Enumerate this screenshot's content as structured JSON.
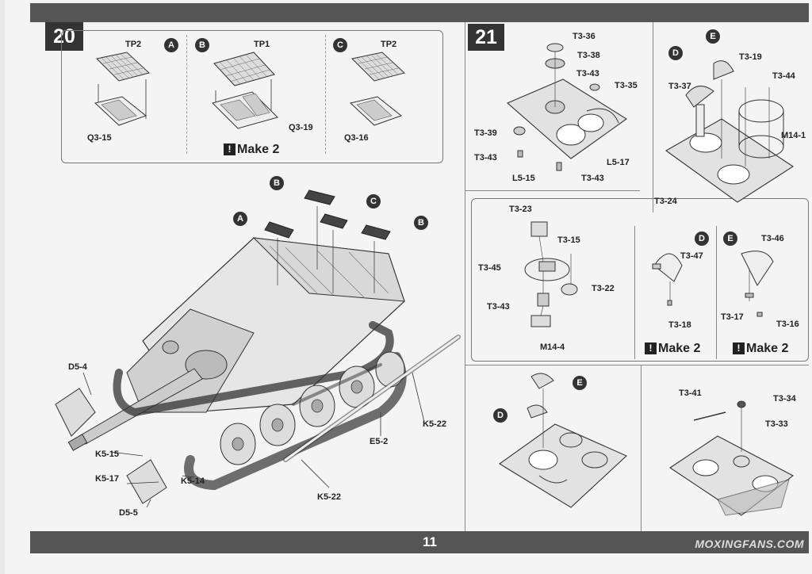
{
  "page_number": "11",
  "watermark": "MOXINGFANS.COM",
  "step20": {
    "number": "20",
    "make_text": "Make 2",
    "sub_a": {
      "letter": "A",
      "tp": "TP2",
      "part": "Q3-15"
    },
    "sub_b": {
      "letter": "B",
      "tp": "TP1",
      "part": "Q3-19"
    },
    "sub_c": {
      "letter": "C",
      "tp": "TP2",
      "part": "Q3-16"
    },
    "main": {
      "callouts": [
        "B",
        "C",
        "A",
        "B"
      ],
      "labels": {
        "d5_4": "D5-4",
        "k5_15": "K5-15",
        "k5_17": "K5-17",
        "d5_5": "D5-5",
        "k5_14": "K5-14",
        "k5_22a": "K5-22",
        "e5_2": "E5-2",
        "k5_22b": "K5-22"
      }
    }
  },
  "step21": {
    "number": "21",
    "top": {
      "labels": {
        "t3_36": "T3-36",
        "t3_38": "T3-38",
        "t3_43a": "T3-43",
        "t3_35": "T3-35",
        "t3_39": "T3-39",
        "t3_43b": "T3-43",
        "l5_15": "L5-15",
        "t3_43c": "T3-43",
        "l5_17": "L5-17"
      }
    },
    "right": {
      "callout_e": "E",
      "callout_d": "D",
      "labels": {
        "t3_19": "T3-19",
        "t3_37": "T3-37",
        "t3_44": "T3-44",
        "m14_1": "M14-1",
        "t3_24": "T3-24"
      }
    },
    "sub_left": {
      "labels": {
        "t3_23": "T3-23",
        "t3_15": "T3-15",
        "t3_45": "T3-45",
        "t3_22": "T3-22",
        "t3_43": "T3-43",
        "m14_4": "M14-4"
      }
    },
    "sub_d": {
      "letter": "D",
      "labels": {
        "t3_47": "T3-47",
        "t3_18": "T3-18"
      },
      "make_text": "Make 2"
    },
    "sub_e": {
      "letter": "E",
      "labels": {
        "t3_46": "T3-46",
        "t3_17": "T3-17",
        "t3_16": "T3-16"
      },
      "make_text": "Make 2"
    },
    "bottom_left": {
      "callout_e": "E",
      "callout_d": "D"
    },
    "bottom_right": {
      "labels": {
        "t3_41": "T3-41",
        "t3_34": "T3-34",
        "t3_33": "T3-33"
      }
    }
  },
  "icons": [
    "step-number-icon",
    "make-exclamation-icon",
    "glue-icon"
  ]
}
